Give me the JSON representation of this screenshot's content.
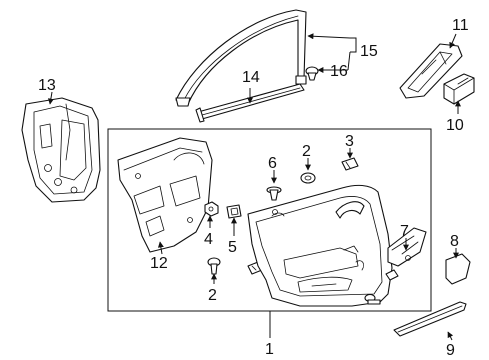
{
  "callouts": {
    "c1": "1",
    "c2a": "2",
    "c2b": "2",
    "c3": "3",
    "c4": "4",
    "c5": "5",
    "c6": "6",
    "c7": "7",
    "c8": "8",
    "c9": "9",
    "c10": "10",
    "c11": "11",
    "c12": "12",
    "c13": "13",
    "c14": "14",
    "c15": "15",
    "c16": "16"
  }
}
